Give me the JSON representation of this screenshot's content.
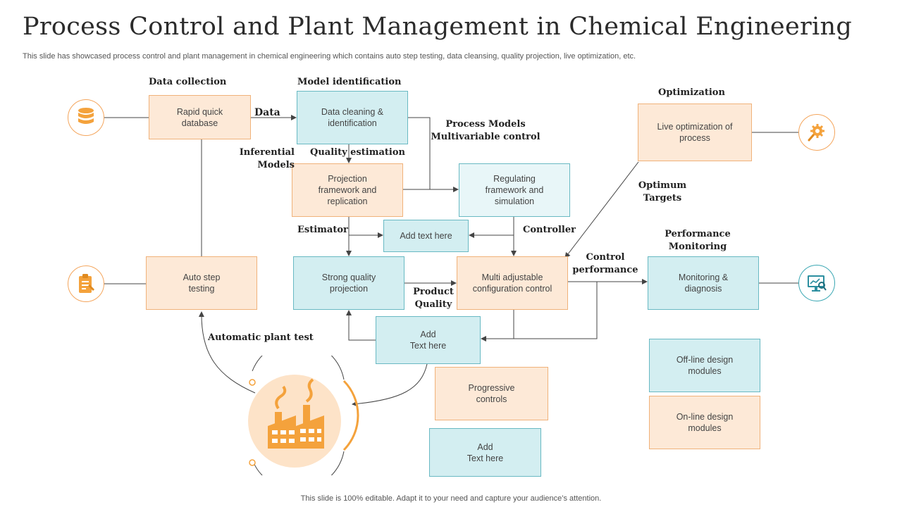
{
  "slide": {
    "title": "Process Control and Plant Management in Chemical Engineering",
    "subtitle": "This slide has showcased process control and plant management in chemical engineering which contains auto step testing, data cleansing, quality projection, live optimization, etc.",
    "footer": "This slide is 100% editable. Adapt it to your need and capture your audience’s attention."
  },
  "boxes": {
    "rapid_db": "Rapid quick\ndatabase",
    "data_cleaning": "Data cleaning &\nidentification",
    "projection": "Projection\nframework and\nreplication",
    "regulating": "Regulating\nframework and\nsimulation",
    "add_text_1": "Add text here",
    "auto_step": "Auto step\ntesting",
    "strong_quality": "Strong quality\nprojection",
    "multi_adjustable": "Multi adjustable\nconfiguration control",
    "add_text_2": "Add\nText here",
    "progressive": "Progressive\ncontrols",
    "add_text_3": "Add\nText here",
    "live_opt": "Live optimization of\nprocess",
    "monitoring": "Monitoring &\ndiagnosis",
    "offline": "Off-line design\nmodules",
    "online": "On-line design\nmodules"
  },
  "labels": {
    "data_collection": "Data collection",
    "model_identification": "Model identification",
    "data": "Data",
    "process_models": "Process Models\nMultivariable control",
    "inferential": "Inferential\nModels",
    "quality_estimation": "Quality estimation",
    "estimator": "Estimator",
    "controller": "Controller",
    "optimization": "Optimization",
    "optimum_targets": "Optimum\nTargets",
    "performance_monitoring": "Performance\nMonitoring",
    "control_performance": "Control\nperformance",
    "product_quality": "Product\nQuality",
    "automatic_plant_test": "Automatic plant test"
  },
  "icons": {
    "database": "database-icon",
    "clipboard": "clipboard-icon",
    "gear_search": "gear-search-icon",
    "monitor_chart": "monitor-chart-icon",
    "factory": "factory-icon"
  },
  "colors": {
    "orange_fill": "#fde9d7",
    "orange_border": "#f0b27a",
    "blue_fill": "#d3eef1",
    "blue_border": "#69b9c3",
    "accent_orange": "#f4a23c",
    "accent_teal": "#3aa7b3"
  }
}
